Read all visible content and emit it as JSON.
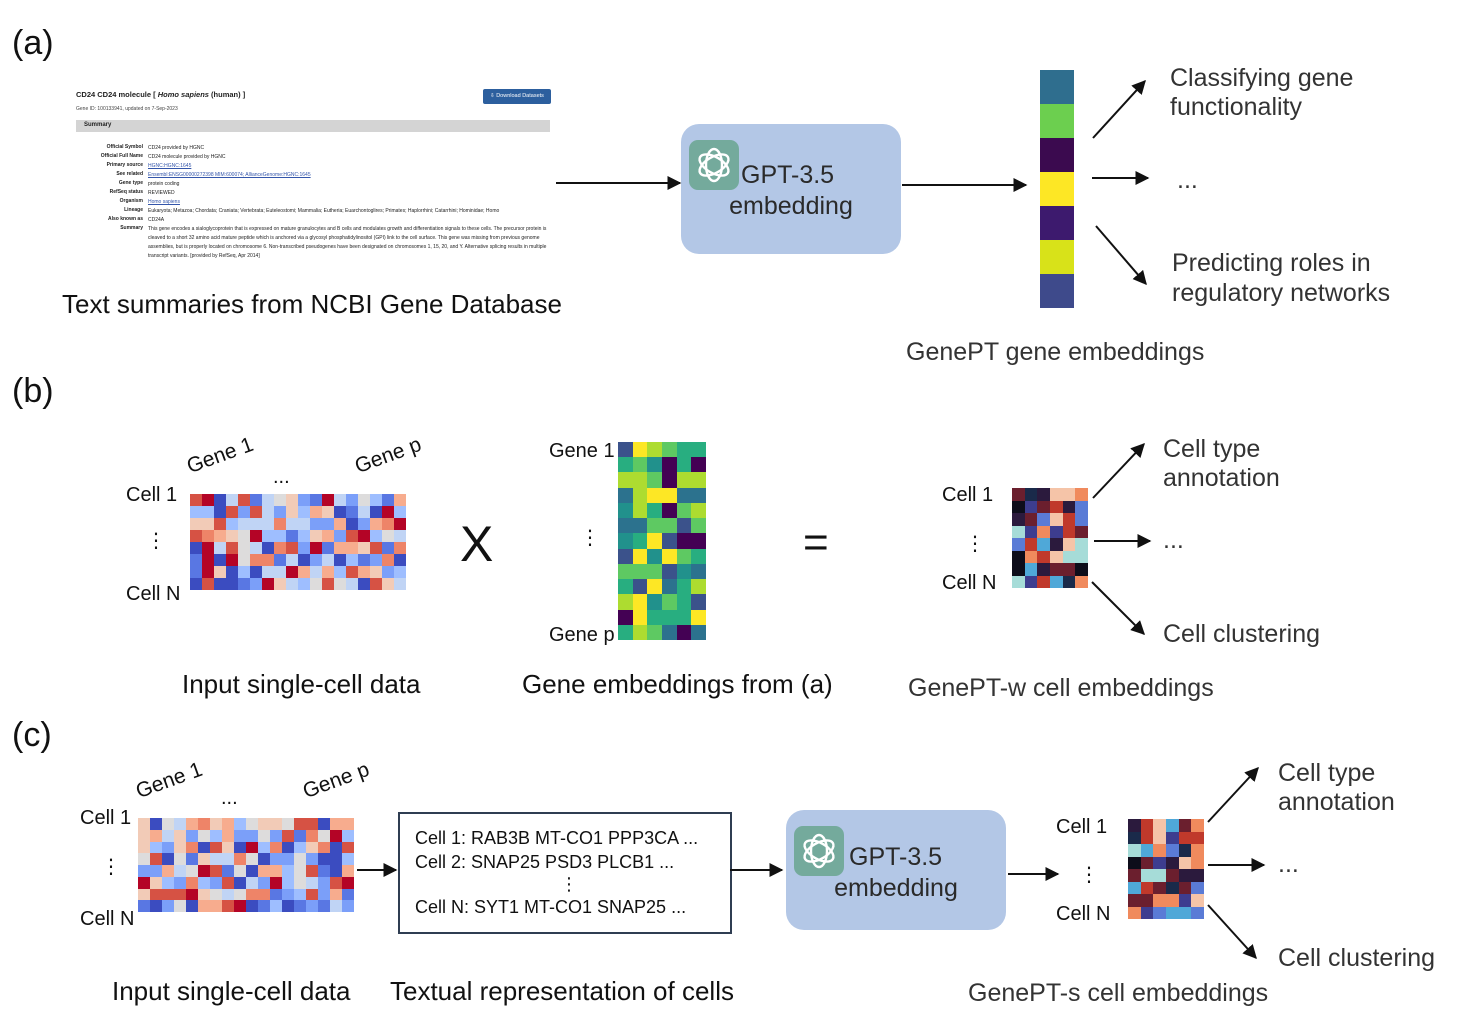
{
  "panels": {
    "a": "(a)",
    "b": "(b)",
    "c": "(c)"
  },
  "ncbi_page": {
    "title_prefix": "CD24   CD24 molecule [ ",
    "title_species": "Homo sapiens",
    "title_suffix": " (human) ]",
    "gene_id_line": "Gene ID: 100133941, updated on 7-Sep-2023",
    "download_button": "⇩ Download Datasets",
    "summary_header": "Summary",
    "fields": [
      {
        "key": "Official Symbol",
        "value": "CD24 provided by HGNC"
      },
      {
        "key": "Official Full Name",
        "value": "CD24 molecule provided by HGNC"
      },
      {
        "key": "Primary source",
        "value": "HGNC:HGNC:1645"
      },
      {
        "key": "See related",
        "value": "Ensembl:ENSG00000272398 MIM:600074; AllianceGenome:HGNC:1645"
      },
      {
        "key": "Gene type",
        "value": "protein coding"
      },
      {
        "key": "RefSeq status",
        "value": "REVIEWED"
      },
      {
        "key": "Organism",
        "value": "Homo sapiens"
      },
      {
        "key": "Lineage",
        "value": "Eukaryota; Metazoa; Chordata; Craniata; Vertebrata; Euteleostomi; Mammalia; Eutheria; Euarchontoglires; Primates; Haplorrhini; Catarrhini; Hominidae; Homo"
      },
      {
        "key": "Also known as",
        "value": "CD24A"
      },
      {
        "key": "Summary",
        "value": "This gene encodes a sialoglycoprotein that is expressed on mature granulocytes and B cells and modulates growth and differentiation signals to these cells. The precursor protein is cleaved to a short 32 amino acid mature peptide which is anchored via a glycosyl phosphatidylinositol (GPI) link to the cell surface. This gene was missing from previous genome assemblies, but is properly located on chromosome 6. Non-transcribed pseudogenes have been designated on chromosomes 1, 15, 20, and Y. Alternative splicing results in multiple transcript variants. [provided by RefSeq, Apr 2014]"
      }
    ]
  },
  "a": {
    "caption_ncbi": "Text summaries from NCBI Gene Database",
    "gpt_line1": "GPT-3.5",
    "gpt_line2": "embedding",
    "embed_caption": "GenePT gene embeddings",
    "task1": "Classifying gene functionality",
    "ellipsis": "...",
    "task2": "Predicting roles in regulatory networks",
    "embedding_colors": [
      "#2f6e8e",
      "#6ccf4f",
      "#3b0a4f",
      "#fde725",
      "#3d1a6e",
      "#d8e219",
      "#3e4a8b"
    ]
  },
  "b": {
    "gene1": "Gene 1",
    "genep": "Gene p",
    "dots_h": "...",
    "cell1": "Cell 1",
    "celln": "Cell N",
    "vdots": "⋮",
    "times": "X",
    "equals": "=",
    "emb_gene1": "Gene 1",
    "emb_genep": "Gene p",
    "cap_input": "Input single-cell data",
    "cap_gene_emb": "Gene embeddings from (a)",
    "cap_cell_emb": "GenePT-w cell embeddings",
    "out_cell1": "Cell 1",
    "out_celln": "Cell N",
    "task1": "Cell type annotation",
    "ellipsis": "...",
    "task2": "Cell clustering"
  },
  "c": {
    "gene1": "Gene 1",
    "genep": "Gene p",
    "dots_h": "...",
    "cell1": "Cell 1",
    "celln": "Cell N",
    "vdots": "⋮",
    "text_lines": [
      "Cell 1: RAB3B MT-CO1 PPP3CA ...",
      "Cell 2: SNAP25 PSD3 PLCB1 ...",
      "⋮",
      "Cell N: SYT1 MT-CO1 SNAP25 ..."
    ],
    "gpt_line1": "GPT-3.5",
    "gpt_line2": "embedding",
    "out_cell1": "Cell 1",
    "out_celln": "Cell N",
    "task1": "Cell type annotation",
    "ellipsis": "...",
    "task2": "Cell clustering",
    "cap_input": "Input single-cell data",
    "cap_text": "Textual representation of cells",
    "cap_cell_emb": "GenePT-s cell embeddings"
  },
  "palettes": {
    "coolwarm": [
      "#3b4cc0",
      "#5977e3",
      "#7b9ff9",
      "#9ebeff",
      "#c0d4f5",
      "#dddcdc",
      "#f2cbb7",
      "#f7ac8e",
      "#ee8468",
      "#d65244",
      "#b40426"
    ],
    "viridis": [
      "#440154",
      "#3b528b",
      "#2c728e",
      "#21918c",
      "#28ae80",
      "#5ec962",
      "#addc30",
      "#fde725"
    ],
    "mixed": [
      "#0d0d1a",
      "#2b1a3d",
      "#3d3d8f",
      "#5a7bd6",
      "#4fa8d8",
      "#a6dcd8",
      "#f5c4a8",
      "#f08a5d",
      "#c0392b",
      "#6b1f2e",
      "#1a2a4a"
    ]
  }
}
